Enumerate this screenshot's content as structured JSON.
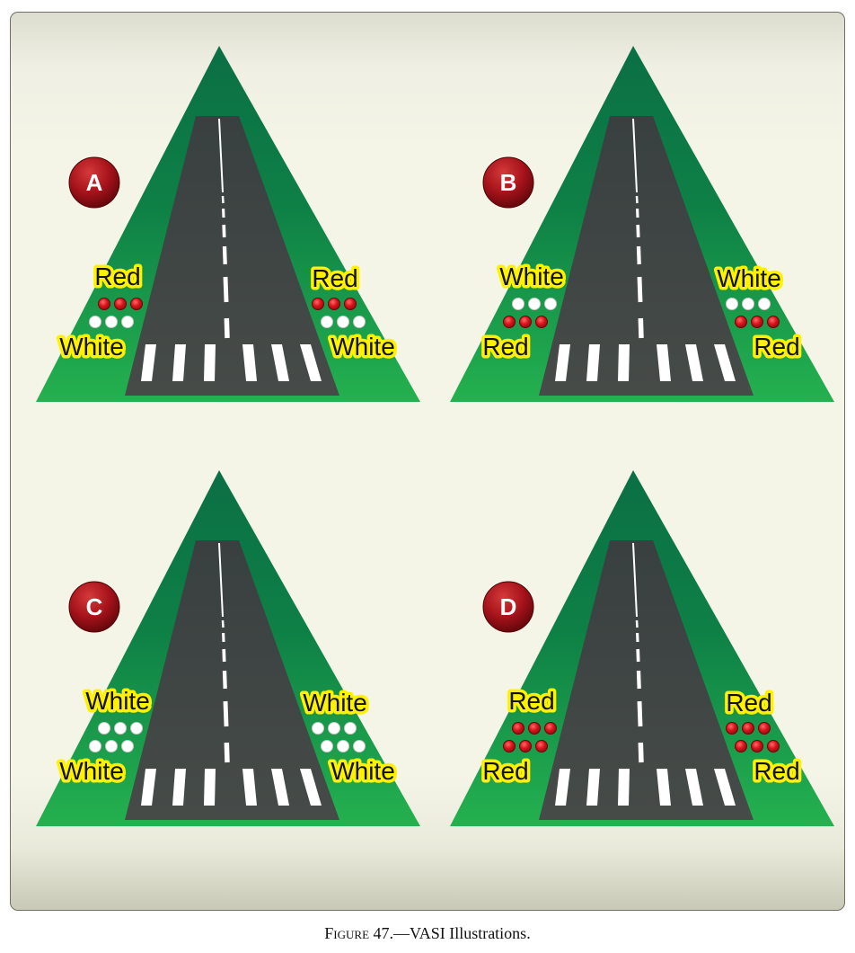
{
  "panels": [
    {
      "letter": "A",
      "left": {
        "upper_label": "Red",
        "upper_row": "red",
        "lower_row": "white",
        "lower_label": "White"
      },
      "right": {
        "upper_label": "Red",
        "upper_row": "red",
        "lower_row": "white",
        "lower_label": "White"
      }
    },
    {
      "letter": "B",
      "left": {
        "upper_label": "White",
        "upper_row": "white",
        "lower_row": "red",
        "lower_label": "Red"
      },
      "right": {
        "upper_label": "White",
        "upper_row": "white",
        "lower_row": "red",
        "lower_label": "Red"
      }
    },
    {
      "letter": "C",
      "left": {
        "upper_label": "White",
        "upper_row": "white",
        "lower_row": "white",
        "lower_label": "White"
      },
      "right": {
        "upper_label": "White",
        "upper_row": "white",
        "lower_row": "white",
        "lower_label": "White"
      }
    },
    {
      "letter": "D",
      "left": {
        "upper_label": "Red",
        "upper_row": "red",
        "lower_row": "red",
        "lower_label": "Red"
      },
      "right": {
        "upper_label": "Red",
        "upper_row": "red",
        "lower_row": "red",
        "lower_label": "Red"
      }
    }
  ],
  "caption": {
    "prefix": "Figure 47.",
    "text": "—VASI Illustrations."
  },
  "colors": {
    "grass_dark": "#0c7a4a",
    "grass_light": "#22ad4f",
    "runway": "#3f4543",
    "light_red": "#d6141c",
    "light_white": "#ffffff",
    "badge": "#9b0f14",
    "label_highlight": "#fff200"
  }
}
